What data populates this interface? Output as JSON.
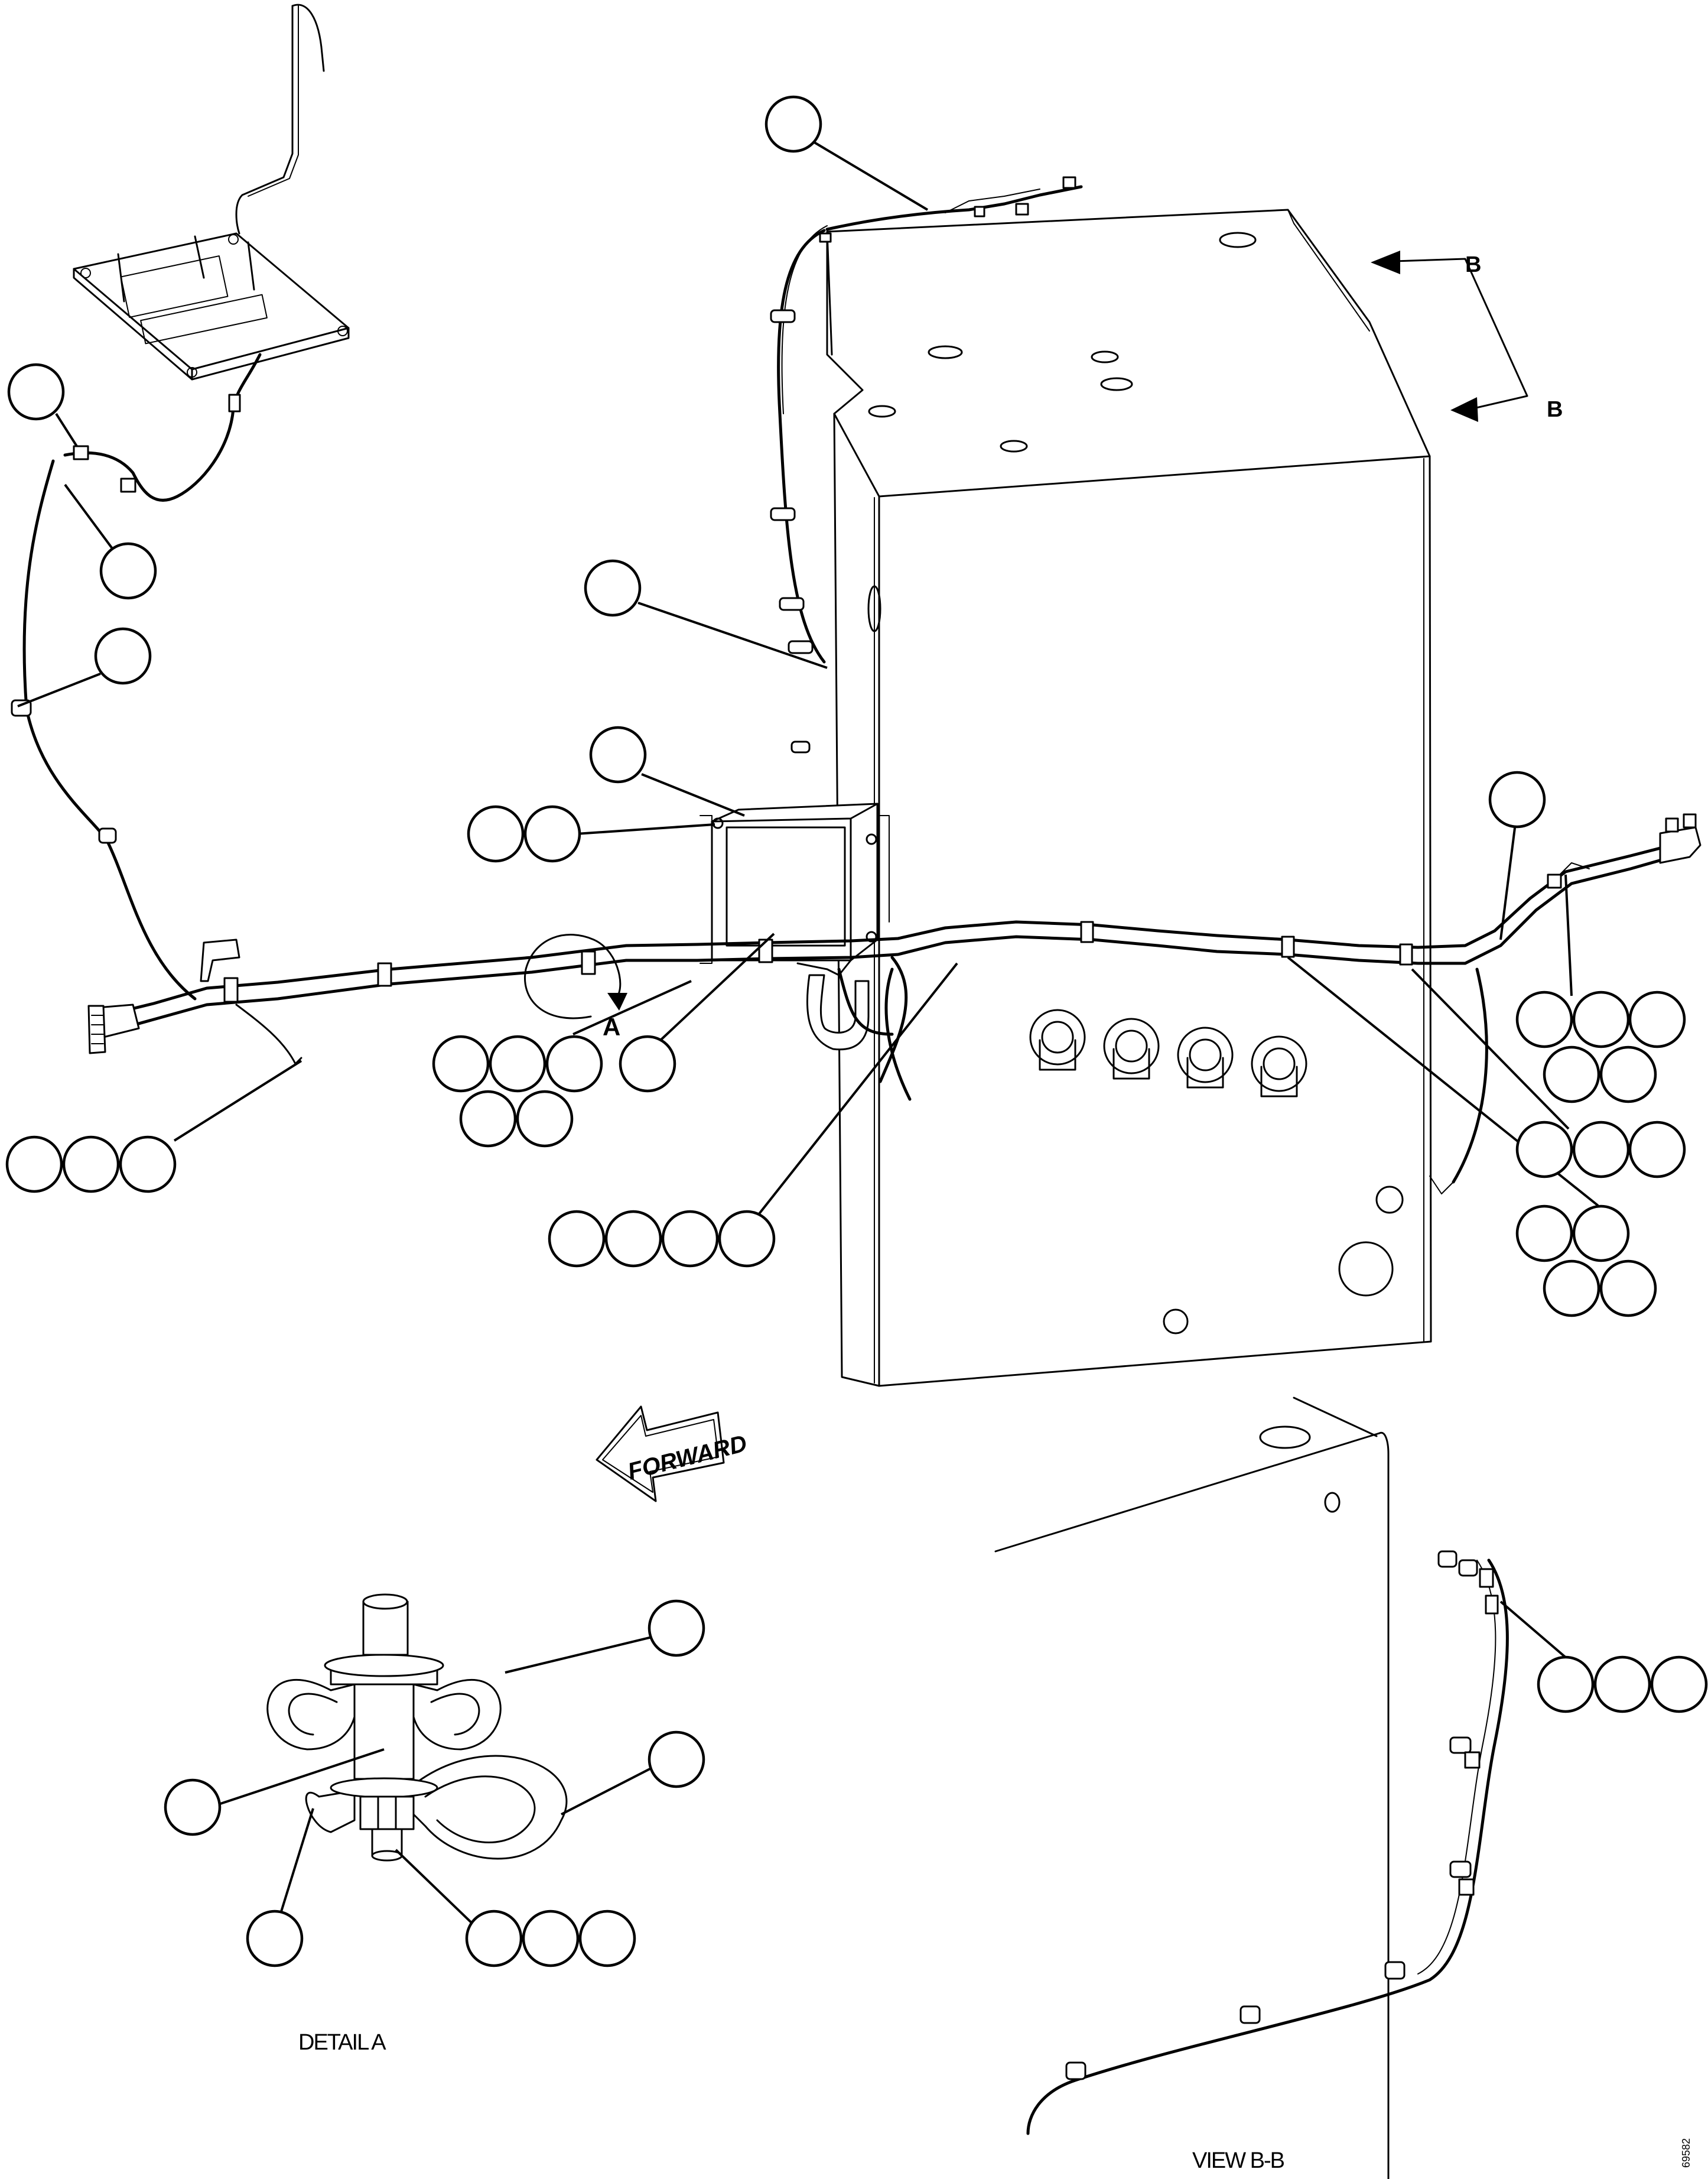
{
  "labels": {
    "view_arrow_top": "B",
    "view_arrow_bottom": "B",
    "detail_marker": "A",
    "forward": "FORWARD",
    "detail_caption": "DETAIL A",
    "view_caption": "VIEW B-B",
    "drawing_number": "69582"
  },
  "callout_groups": [
    {
      "id": "g-harness-top",
      "count": 1
    },
    {
      "id": "g-plate-harness",
      "count": 1
    },
    {
      "id": "g-clip-upper-left",
      "count": 1
    },
    {
      "id": "g-clip-mid-left",
      "count": 1
    },
    {
      "id": "g-clip-tank",
      "count": 1
    },
    {
      "id": "g-box",
      "count": 1
    },
    {
      "id": "g-box-screws",
      "count": 2
    },
    {
      "id": "g-right-harness",
      "count": 1
    },
    {
      "id": "g-right-clip",
      "count": 5
    },
    {
      "id": "g-connector-left",
      "count": 3
    },
    {
      "id": "g-detail-clip",
      "count": 5
    },
    {
      "id": "g-box-bracket",
      "count": 1
    },
    {
      "id": "g-bottom-clip",
      "count": 4
    },
    {
      "id": "g-right-clip-2",
      "count": 3
    },
    {
      "id": "g-right-clip-3",
      "count": 4
    },
    {
      "id": "g-detail-clamp-upper",
      "count": 1
    },
    {
      "id": "g-detail-stud",
      "count": 1
    },
    {
      "id": "g-detail-clamp-lower",
      "count": 1
    },
    {
      "id": "g-detail-spacer",
      "count": 1
    },
    {
      "id": "g-detail-nut",
      "count": 3
    },
    {
      "id": "g-view-clip",
      "count": 3
    }
  ]
}
